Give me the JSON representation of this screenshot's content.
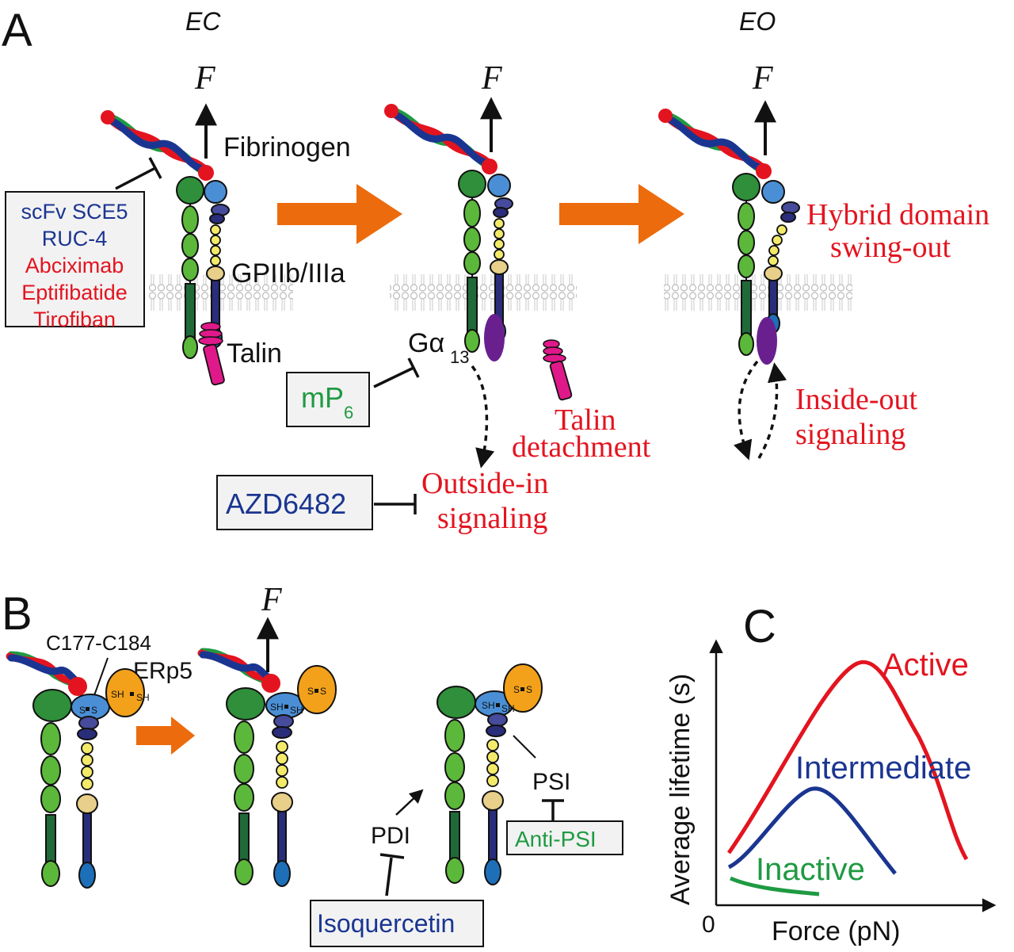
{
  "colors": {
    "black": "#111111",
    "red": "#e3141f",
    "blue": "#1a3591",
    "green": "#1f9a42",
    "orange": "#ec6b0c",
    "membrane": "#bfbfbf",
    "dark_green": "#1f6a38",
    "leaf_green": "#5cb83a",
    "head_green": "#2f8f3a",
    "light_blue": "#4a8fd6",
    "navy": "#2a2d7a",
    "purple_blue": "#474b9c",
    "yellow": "#f3ea6a",
    "tan": "#e8cf8a",
    "magenta": "#e0198a",
    "purple": "#6a1f8f",
    "ellipse_orange": "#f3a11a",
    "mid_blue": "#1d6fb8"
  },
  "panel_a": {
    "label": "A",
    "ec_label": "EC",
    "eo_label": "EO",
    "force_label": "F",
    "fibrinogen_label": "Fibrinogen",
    "receptor_label": "GPIIb/IIIa",
    "talin_label": "Talin",
    "inhibitor_box_1": [
      {
        "text": "scFv SCE5",
        "color": "blue"
      },
      {
        "text": "RUC-4",
        "color": "blue"
      },
      {
        "text": "Abciximab",
        "color": "red"
      },
      {
        "text": "Eptifibatide",
        "color": "red"
      },
      {
        "text": "Tirofiban",
        "color": "red"
      }
    ],
    "g_alpha_label": "Gα",
    "g_alpha_sub": "13",
    "mp6_main": "mP",
    "mp6_sub": "6",
    "talin_detachment_1": "Talin",
    "talin_detachment_2": "detachment",
    "outside_in_1": "Outside-in",
    "outside_in_2": "signaling",
    "azd_label": "AZD6482",
    "hybrid_1": "Hybrid domain",
    "hybrid_2": "swing-out",
    "inside_out_1": "Inside-out",
    "inside_out_2": "signaling"
  },
  "panel_b": {
    "label": "B",
    "force_label": "F",
    "disulfide_label": "C177-C184",
    "erp5_label": "ERp5",
    "s_label": "S",
    "sh_label": "SH",
    "pdi_label": "PDI",
    "psi_label": "PSI",
    "anti_psi_label": "Anti-PSI",
    "isoquercetin_label": "Isoquercetin"
  },
  "panel_c": {
    "label": "C",
    "ylabel": "Average lifetime (s)",
    "xlabel": "Force (pN)",
    "origin_label": "0",
    "series": [
      {
        "name": "Active",
        "color": "red"
      },
      {
        "name": "Intermediate",
        "color": "blue"
      },
      {
        "name": "Inactive",
        "color": "green"
      }
    ]
  }
}
